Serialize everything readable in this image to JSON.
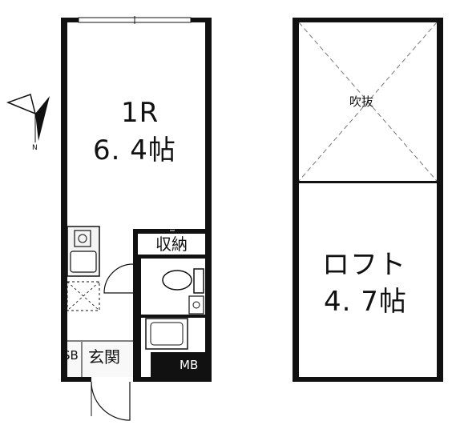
{
  "compass": {
    "north_label": "N"
  },
  "main_floor": {
    "room_name": "1R",
    "room_area": "6. 4帖",
    "storage_label": "収納",
    "entrance_label": "玄関",
    "shoe_box_label": "SB",
    "meter_box_label": "MB"
  },
  "loft_floor": {
    "void_label": "吹抜",
    "loft_name": "ロフト",
    "loft_area": "4. 7帖"
  },
  "colors": {
    "wall": "#111111",
    "fixture_fill": "#e8e8e8",
    "void_line": "#777777"
  }
}
